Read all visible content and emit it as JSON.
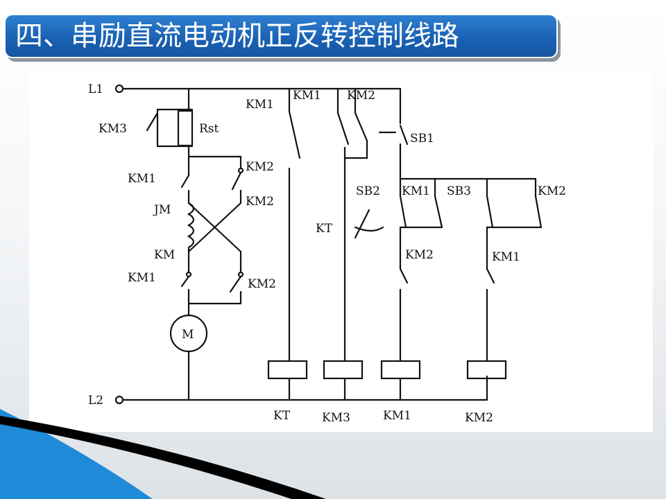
{
  "slide": {
    "title": "四、串励直流电动机正反转控制线路"
  },
  "colors": {
    "title_bg": "#1b62b3",
    "title_text": "#ffffff",
    "wave_blue": "#1e8ad8",
    "wave_black": "#000000"
  },
  "diagram": {
    "terminals": {
      "l1": "L1",
      "l2": "L2"
    },
    "left_branch": {
      "km3_contact": "KM3",
      "resistor": "Rst",
      "km1_top": "KM1",
      "km2_top_a": "KM2",
      "km2_top_b": "KM2",
      "field_winding_j": "JM",
      "field_winding_k": "KM",
      "km1_bottom": "KM1",
      "km2_bottom": "KM2",
      "motor": "M"
    },
    "control": {
      "km1_top_left": "KM1",
      "km1_top_mid": "KM1",
      "km2_top": "KM2",
      "sb1": "SB1",
      "sb2": "SB2",
      "km1_hold": "KM1",
      "sb3": "SB3",
      "km2_hold": "KM2",
      "kt_contact": "KT",
      "km2_interlock": "KM2",
      "km1_interlock": "KM1"
    },
    "coils": {
      "kt": "KT",
      "km3": "KM3",
      "km1": "KM1",
      "km2": "KM2"
    }
  }
}
